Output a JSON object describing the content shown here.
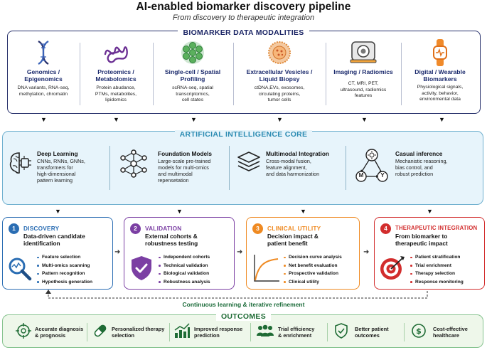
{
  "title": "AI-enabled biomarker discovery pipeline",
  "subtitle": "From discovery to therapeutic integration",
  "modalities": {
    "heading": "BIOMARKER DATA MODALITIES",
    "items": [
      {
        "title1": "Genomics /",
        "title2": "Epigenomics",
        "desc1": "DNA variants, RNA-seq,",
        "desc2": "methylation, chromatin",
        "desc3": "",
        "icon": "dna-icon"
      },
      {
        "title1": "Proteomics /",
        "title2": "Metabolomics",
        "desc1": "Protein abudance,",
        "desc2": "PTMs, metabolites,",
        "desc3": "lipidomics",
        "icon": "protein-icon"
      },
      {
        "title1": "Single-cell / Spatial",
        "title2": "Profiling",
        "desc1": "scRNA-seq, spatial",
        "desc2": "transcriptomics,",
        "desc3": "cell states",
        "icon": "cells-icon"
      },
      {
        "title1": "Extracellular Vesicles /",
        "title2": "Liquid Biopsy",
        "desc1": "ctDNA,EVs, exosomes,",
        "desc2": "circulating proteins,",
        "desc3": "tumor cells",
        "icon": "vesicle-icon"
      },
      {
        "title1": "Imaging / Radiomics",
        "title2": "",
        "desc1": "CT, MRI, PET,",
        "desc2": "ultrasound, radiomics",
        "desc3": "features",
        "icon": "scanner-icon"
      },
      {
        "title1": "Digital / Wearable",
        "title2": "Biomarkers",
        "desc1": "Physiological signals,",
        "desc2": "activity, behavior,",
        "desc3": "environmental data",
        "icon": "watch-icon"
      }
    ]
  },
  "ai_core": {
    "heading": "ARTIFICIAL INTELLIGENCE CORE",
    "items": [
      {
        "title": "Deep Learning",
        "desc": [
          "CNNs, RNNs, GNNs,",
          "transformers for",
          "high-dimensional",
          "pattern learning"
        ],
        "icon": "brain-chip-icon"
      },
      {
        "title": "Foundation Models",
        "desc": [
          "Large-scale pre-trained",
          "models for multi-omics",
          "and multimodal",
          "repensetation"
        ],
        "icon": "network-icon"
      },
      {
        "title": "Multimodal Integration",
        "desc": [
          "Cross-modal fusion,",
          "feature alignment,",
          "and data harmonization"
        ],
        "icon": "layers-icon"
      },
      {
        "title": "Casual inference",
        "desc": [
          "Mechanistic reasoning,",
          "bias control, and",
          "robust prediction"
        ],
        "icon": "causal-icon",
        "nodes": [
          "M",
          "Y"
        ]
      }
    ]
  },
  "stages": [
    {
      "num": "1",
      "label": "DISCOVERY",
      "sub": [
        "Data-driven candidate",
        "identification"
      ],
      "bullets": [
        "Feature selection",
        "Multi-omics scanning",
        "Pattern recognition",
        "Hypothesis generation"
      ],
      "color": "#2a6db3",
      "icon": "search-icon"
    },
    {
      "num": "2",
      "label": "VALIDATION",
      "sub": [
        "External cohorts &",
        "robustness testing"
      ],
      "bullets": [
        "Independent cohorts",
        "Technical validation",
        "Biological validation",
        "Robustness analysis"
      ],
      "color": "#7b3fa3",
      "icon": "shield-check-icon"
    },
    {
      "num": "3",
      "label": "CLINICAL UTILITY",
      "sub": [
        "Decision impact &",
        "patient benefit"
      ],
      "bullets": [
        "Decision curve analysis",
        "Net benefit evaluation",
        "Prospective validation",
        "Clinical utility"
      ],
      "color": "#ef8a22",
      "icon": "curve-chart-icon"
    },
    {
      "num": "4",
      "label": "THERAPEUTIC INTEGRATION",
      "sub": [
        "From biomarker to",
        "therapeutic impact"
      ],
      "bullets": [
        "Patient stratification",
        "Trial enrichment",
        "Therapy selection",
        "Response monitoring"
      ],
      "color": "#d22d2d",
      "icon": "target-icon"
    }
  ],
  "loop_label": "Continuous learning & iterative refinement",
  "outcomes": {
    "heading": "OUTCOMES",
    "items": [
      {
        "t1": "Accurate diagnosis",
        "t2": "& prognosis",
        "icon": "crosshair-icon"
      },
      {
        "t1": "Personalized therapy",
        "t2": "selection",
        "icon": "pill-icon"
      },
      {
        "t1": "Improved response",
        "t2": "prediction",
        "icon": "bar-growth-icon"
      },
      {
        "t1": "Trial efficiency",
        "t2": "& enrichment",
        "icon": "people-icon"
      },
      {
        "t1": "Better patient",
        "t2": "outcomes",
        "icon": "shield-icon"
      },
      {
        "t1": "Cost-effective",
        "t2": "healthcare",
        "icon": "dollar-icon"
      }
    ]
  },
  "colors": {
    "navy": "#27306b",
    "ai_blue": "#2b8bb2",
    "green": "#1e6b34"
  }
}
